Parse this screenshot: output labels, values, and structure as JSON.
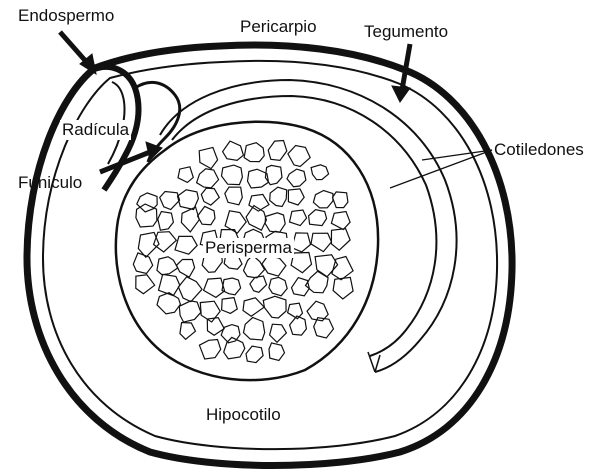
{
  "labels": {
    "endospermo": "Endospermo",
    "pericarpio": "Pericarpio",
    "tegumento": "Tegumento",
    "radicula": "Radícula",
    "cotiledones": "Cotiledones",
    "funiculo": "Funiculo",
    "perisperma": "Perisperma",
    "hipocotilo": "Hipocotilo"
  },
  "colors": {
    "ink": "#111111",
    "background": "#ffffff"
  }
}
